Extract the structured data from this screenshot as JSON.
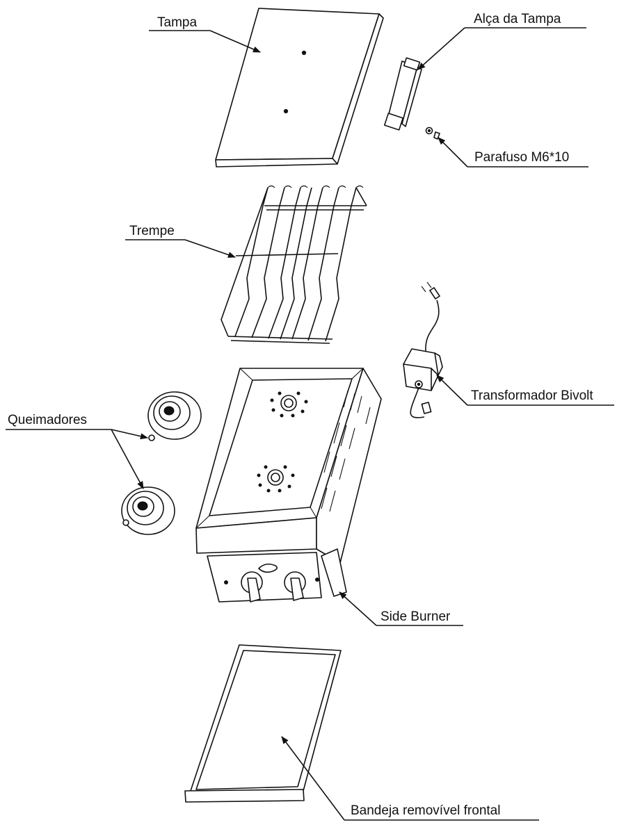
{
  "labels": {
    "tampa": "Tampa",
    "alca": "Alça da Tampa",
    "parafuso": "Parafuso M6*10",
    "trempe": "Trempe",
    "transformador": "Transformador Bivolt",
    "queimadores": "Queimadores",
    "side_burner": "Side Burner",
    "bandeja": "Bandeja removível frontal"
  },
  "colors": {
    "line": "#111111",
    "background": "#ffffff"
  }
}
